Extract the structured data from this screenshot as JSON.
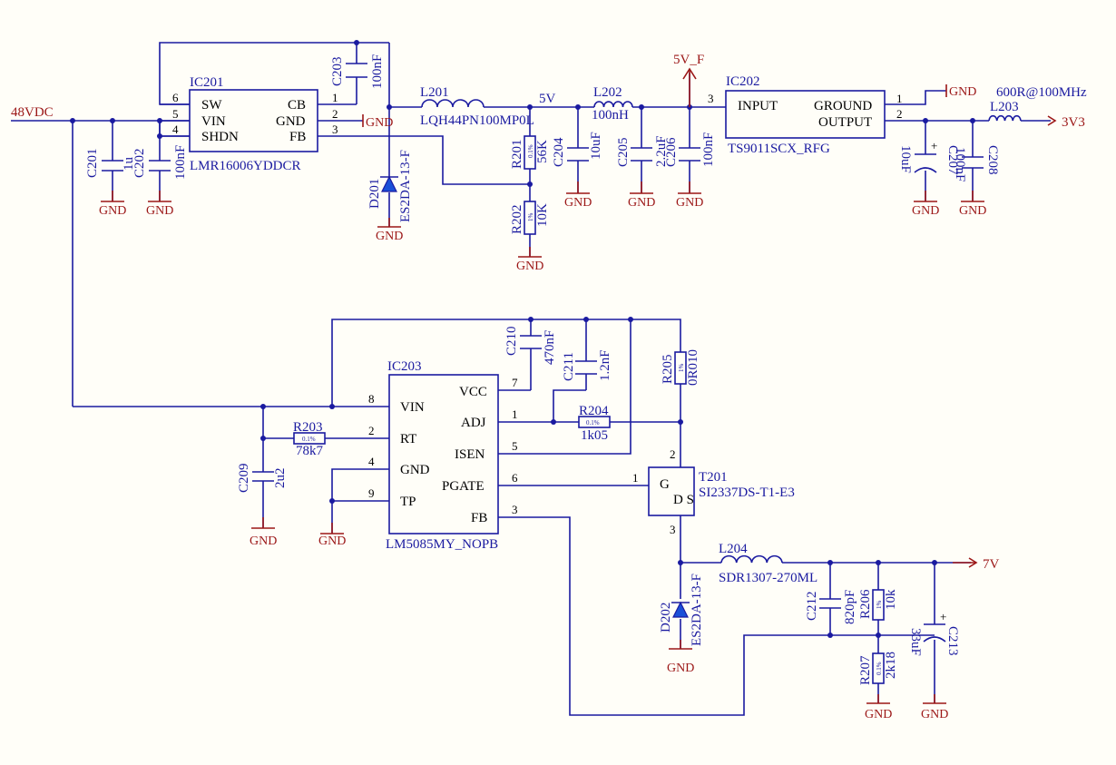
{
  "ic201": {
    "ref": "IC201",
    "part": "LMR16006YDDCR",
    "pins": [
      {
        "num": "6",
        "name": "SW"
      },
      {
        "num": "5",
        "name": "VIN"
      },
      {
        "num": "4",
        "name": "SHDN"
      },
      {
        "num": "1",
        "name": "CB"
      },
      {
        "num": "2",
        "name": "GND"
      },
      {
        "num": "3",
        "name": "FB"
      }
    ]
  },
  "ic202": {
    "ref": "IC202",
    "part": "TS9011SCX_RFG",
    "pins": [
      {
        "num": "3",
        "name": "INPUT"
      },
      {
        "num": "1",
        "name": "GROUND"
      },
      {
        "num": "2",
        "name": "OUTPUT"
      }
    ]
  },
  "ic203": {
    "ref": "IC203",
    "part": "LM5085MY_NOPB",
    "pins": [
      {
        "num": "8",
        "name": "VIN"
      },
      {
        "num": "2",
        "name": "RT"
      },
      {
        "num": "4",
        "name": "GND"
      },
      {
        "num": "9",
        "name": "TP"
      },
      {
        "num": "7",
        "name": "VCC"
      },
      {
        "num": "1",
        "name": "ADJ"
      },
      {
        "num": "5",
        "name": "ISEN"
      },
      {
        "num": "6",
        "name": "PGATE"
      },
      {
        "num": "3",
        "name": "FB"
      }
    ]
  },
  "t201": {
    "ref": "T201",
    "part": "SI2337DS-T1-E3",
    "g": "G",
    "ds": "D S",
    "pin_g": "1",
    "pin_s": "2",
    "pin_d": "3"
  },
  "nets": {
    "v48": "48VDC",
    "v5": "5V",
    "v5f": "5V_F",
    "v3v3": "3V3",
    "v7": "7V",
    "gnd": "GND"
  },
  "caps": {
    "c201": {
      "ref": "C201",
      "val": "1u"
    },
    "c202": {
      "ref": "C202",
      "val": "100nF"
    },
    "c203": {
      "ref": "C203",
      "val": "100nF"
    },
    "c204": {
      "ref": "C204",
      "val": "10uF"
    },
    "c205": {
      "ref": "C205",
      "val": "2.2uF"
    },
    "c206": {
      "ref": "C206",
      "val": "100nF"
    },
    "c207": {
      "ref": "C207",
      "val": "10uF"
    },
    "c208": {
      "ref": "C208",
      "val": "100nF"
    },
    "c209": {
      "ref": "C209",
      "val": "2u2"
    },
    "c210": {
      "ref": "C210",
      "val": "470nF"
    },
    "c211": {
      "ref": "C211",
      "val": "1.2nF"
    },
    "c212": {
      "ref": "C212",
      "val": "820pF"
    },
    "c213": {
      "ref": "C213",
      "val": "33uF"
    }
  },
  "res": {
    "r201": {
      "ref": "R201",
      "val": "56K",
      "tol": "0.1%"
    },
    "r202": {
      "ref": "R202",
      "val": "10K",
      "tol": "1%"
    },
    "r203": {
      "ref": "R203",
      "val": "78k7",
      "tol": "0.1%"
    },
    "r204": {
      "ref": "R204",
      "val": "1k05",
      "tol": "0.1%"
    },
    "r205": {
      "ref": "R205",
      "val": "0R010",
      "tol": "1%"
    },
    "r206": {
      "ref": "R206",
      "val": "10k",
      "tol": "1%"
    },
    "r207": {
      "ref": "R207",
      "val": "2k18",
      "tol": "0.1%"
    }
  },
  "ind": {
    "l201": {
      "ref": "L201",
      "val": "LQH44PN100MP0L"
    },
    "l202": {
      "ref": "L202",
      "val": "100nH"
    },
    "l203": {
      "ref": "L203",
      "val": "600R@100MHz"
    },
    "l204": {
      "ref": "L204",
      "val": "SDR1307-270ML"
    }
  },
  "diodes": {
    "d201": {
      "ref": "D201",
      "val": "ES2DA-13-F"
    },
    "d202": {
      "ref": "D202",
      "val": "ES2DA-13-F"
    }
  }
}
